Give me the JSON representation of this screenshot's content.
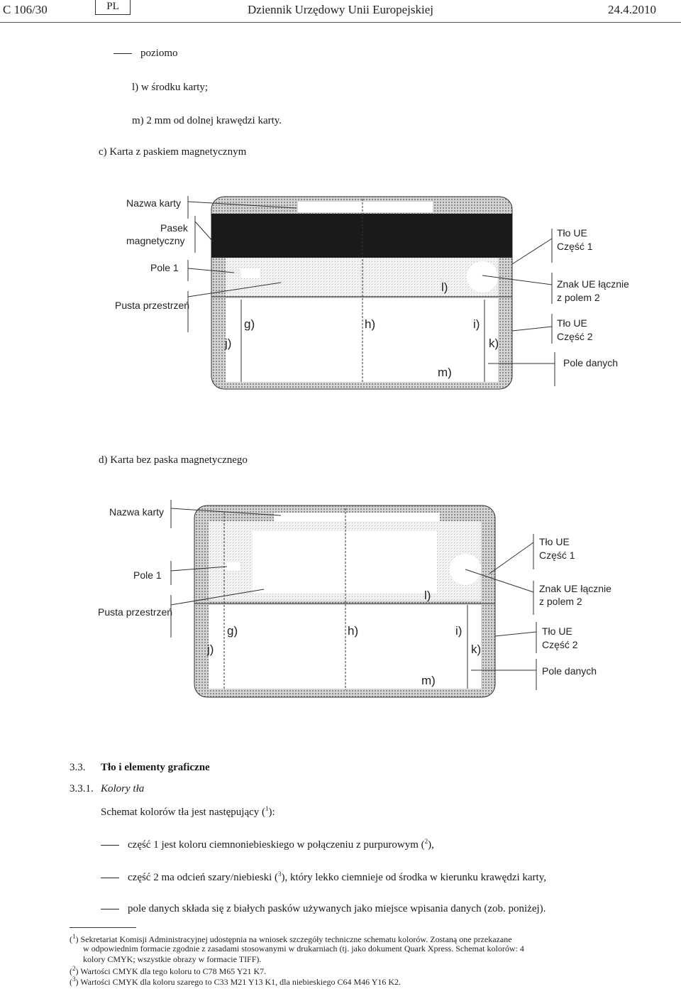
{
  "header": {
    "left": "C 106/30",
    "lang": "PL",
    "journal": "Dziennik Urzędowy Unii Europejskiej",
    "date": "24.4.2010"
  },
  "list_top": {
    "poziomo": "poziomo",
    "item_l": "l)  w środku karty;",
    "item_m": "m)  2 mm od dolnej krawędzi karty."
  },
  "section_c": {
    "title": "c)  Karta z paskiem magnetycznym"
  },
  "section_d": {
    "title": "d)  Karta bez paska magnetycznego"
  },
  "diagram_c": {
    "labels": {
      "nazwa_karty": "Nazwa karty",
      "pasek_1": "Pasek",
      "pasek_2": "magnetyczny",
      "pole_1": "Pole 1",
      "pusta": "Pusta przestrzeń",
      "tlo1_a": "Tło UE",
      "tlo1_b": "Część 1",
      "znak_a": "Znak UE łącznie",
      "znak_b": "z polem 2",
      "tlo2_a": "Tło UE",
      "tlo2_b": "Część 2",
      "pole_danych": "Pole danych"
    },
    "letters": {
      "g": "g)",
      "h": "h)",
      "i": "i)",
      "j": "j)",
      "k": "k)",
      "l": "l)",
      "m": "m)"
    }
  },
  "diagram_d": {
    "labels": {
      "nazwa_karty": "Nazwa karty",
      "pole_1": "Pole 1",
      "pusta": "Pusta przestrzeń",
      "tlo1_a": "Tło UE",
      "tlo1_b": "Część 1",
      "znak_a": "Znak UE łącznie",
      "znak_b": "z polem 2",
      "tlo2_a": "Tło UE",
      "tlo2_b": "Część 2",
      "pole_danych": "Pole danych"
    },
    "letters": {
      "g": "g)",
      "h": "h)",
      "i": "i)",
      "j": "j)",
      "k": "k)",
      "l": "l)",
      "m": "m)"
    }
  },
  "section_33": {
    "num": "3.3.",
    "title": "Tło i elementy graficzne"
  },
  "section_331": {
    "num": "3.3.1.",
    "title": "Kolory tła"
  },
  "schema": {
    "text": "Schemat kolorów tła jest następujący (",
    "ref": "1",
    "end": "):"
  },
  "bullets": [
    {
      "pre": "część 1 jest koloru ciemnoniebieskiego w połączeniu z purpurowym (",
      "ref": "2",
      "post": "),"
    },
    {
      "pre": "część 2 ma odcień szary/niebieski (",
      "ref": "3",
      "post": "), który lekko ciemnieje od środka w kierunku krawędzi karty,"
    },
    {
      "pre": "pole danych składa się z białych pasków używanych jako miejsce wpisania danych (zob. poniżej).",
      "ref": "",
      "post": ""
    }
  ],
  "footnotes": {
    "f1_ref": "1",
    "f1_line1": "Sekretariat Komisji Administracyjnej udostępnia na wniosek szczegóły techniczne schematu kolorów. Zostaną one przekazane",
    "f1_line2": "w odpowiednim formacie zgodnie z zasadami stosowanymi w drukarniach (tj. jako dokument Quark Xpress. Schemat kolorów: 4",
    "f1_line3": "kolory CMYK; wszystkie obrazy w formacie TIFF).",
    "f2_ref": "2",
    "f2": "Wartości CMYK dla tego koloru to C78 M65 Y21 K7.",
    "f3_ref": "3",
    "f3": "Wartości CMYK dla koloru szarego to C33 M21 Y13 K1, dla niebieskiego C64 M46 Y16 K2."
  },
  "colors": {
    "card_pattern": "#9a9a9a",
    "stripe": "#1a1a1a",
    "text": "#1a1a1a"
  }
}
